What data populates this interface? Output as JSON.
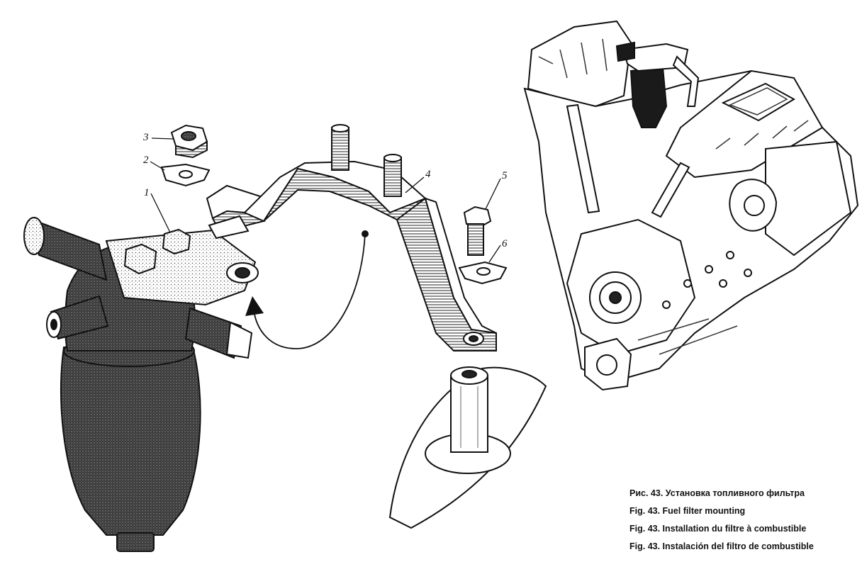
{
  "part_labels": [
    "1",
    "2",
    "3",
    "4",
    "5",
    "6"
  ],
  "caption": {
    "ru": "Рис. 43. Установка топливного фильтра",
    "en": "Fig. 43. Fuel filter mounting",
    "fr": "Fig. 43. Installation du filtre à combustible",
    "es": "Fig. 43. Instalación del filtro de combustible"
  },
  "colors": {
    "ink": "#111111",
    "paper": "#ffffff",
    "stipple": "#2a2a2a"
  }
}
